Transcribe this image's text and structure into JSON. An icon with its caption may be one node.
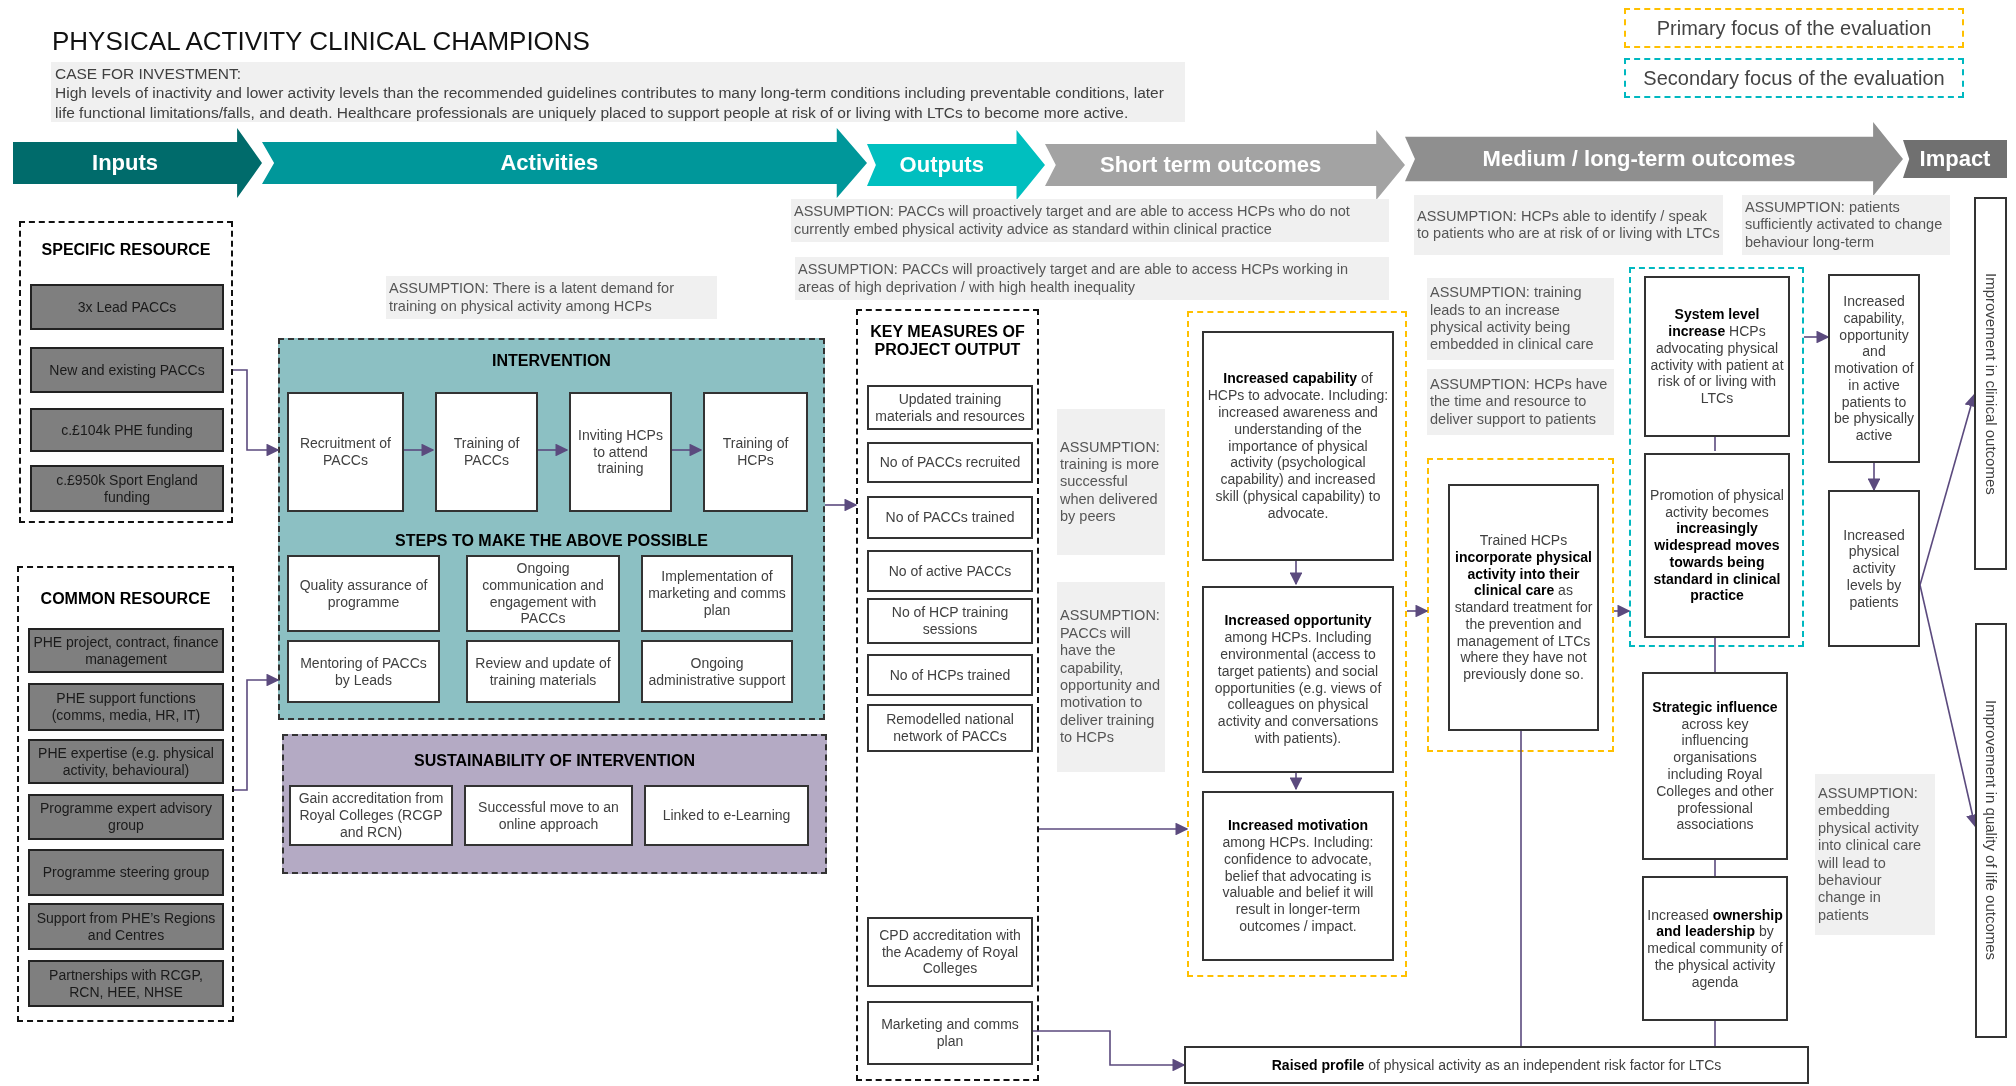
{
  "diagram": {
    "title": "PHYSICAL ACTIVITY CLINICAL CHAMPIONS",
    "nodes": [
      {
        "text": [
          "CASE FOR INVESTMENT:",
          "High levels of inactivity and lower activity levels than the recommended guidelines contributes to many long-term conditions including preventable conditions, later life functional limitations/falls, and death. Healthcare professionals are uniquely placed to support people at risk of or living with LTCs to become more active."
        ]
      },
      {
        "text": [
          "Inputs"
        ]
      },
      {
        "text": [
          "Activities"
        ]
      },
      {
        "text": [
          "Outputs"
        ]
      },
      {
        "text": [
          "Short term outcomes"
        ]
      },
      {
        "text": [
          "Medium / long-term outcomes"
        ]
      },
      {
        "text": [
          "Impact"
        ]
      },
      {
        "text": [
          "SPECIFIC RESOURCE"
        ]
      },
      {
        "text": [
          "3x Lead PACCs"
        ],
        "in": 7
      },
      {
        "text": [
          "New and existing PACCs"
        ],
        "in": 7
      },
      {
        "text": [
          "c.£104k PHE funding"
        ],
        "in": 7
      },
      {
        "text": [
          "c.£950k Sport England funding"
        ],
        "in": 7
      },
      {
        "text": [
          "COMMON RESOURCE"
        ]
      },
      {
        "text": [
          "PHE project, contract, finance management"
        ],
        "in": 12
      },
      {
        "text": [
          "PHE support functions (comms, media, HR, IT)"
        ],
        "in": 12
      },
      {
        "text": [
          "PHE expertise (e.g. physical activity, behavioural)"
        ],
        "in": 12
      },
      {
        "text": [
          "Programme expert advisory group"
        ],
        "in": 12
      },
      {
        "text": [
          "Programme steering group"
        ],
        "in": 12
      },
      {
        "text": [
          "Support from PHE’s Regions and Centres"
        ],
        "in": 12
      },
      {
        "text": [
          "Partnerships with RCGP, RCN, HEE, NHSE"
        ],
        "in": 12
      },
      {
        "text": [
          "ASSUMPTION: There is a latent demand for training on physical activity among HCPs"
        ]
      },
      {
        "text": [
          "INTERVENTION",
          "STEPS TO MAKE THE ABOVE POSSIBLE"
        ]
      },
      {
        "text": [
          "Recruitment of PACCs"
        ],
        "in": 21
      },
      {
        "text": [
          "Training of PACCs"
        ],
        "in": 21
      },
      {
        "text": [
          "Inviting HCPs to attend training"
        ],
        "in": 21
      },
      {
        "text": [
          "Training of HCPs"
        ],
        "in": 21
      },
      {
        "text": [
          "Quality assurance of programme"
        ],
        "in": 21
      },
      {
        "text": [
          "Ongoing communication and engagement with PACCs"
        ],
        "in": 21
      },
      {
        "text": [
          "Implementation of marketing and comms plan"
        ],
        "in": 21
      },
      {
        "text": [
          "Mentoring of PACCs by Leads"
        ],
        "in": 21
      },
      {
        "text": [
          "Review and update of training materials"
        ],
        "in": 21
      },
      {
        "text": [
          "Ongoing administrative support"
        ],
        "in": 21
      },
      {
        "text": [
          "SUSTAINABILITY OF INTERVENTION"
        ]
      },
      {
        "text": [
          "Gain accreditation from Royal Colleges (RCGP and RCN)"
        ],
        "in": 32
      },
      {
        "text": [
          "Successful move to an online approach"
        ],
        "in": 32
      },
      {
        "text": [
          "Linked to e-Learning"
        ],
        "in": 32
      },
      {
        "text": [
          "ASSUMPTION: PACCs will proactively target and are able to access HCPs who do not currently embed physical activity advice as standard within clinical practice"
        ]
      },
      {
        "text": [
          "ASSUMPTION: PACCs will proactively target and are able to access HCPs working in areas of high deprivation / with high health inequality"
        ]
      },
      {
        "text": [
          "KEY MEASURES OF PROJECT OUTPUT"
        ]
      },
      {
        "text": [
          "Updated training materials and resources"
        ],
        "in": 38
      },
      {
        "text": [
          "No of PACCs recruited"
        ],
        "in": 38
      },
      {
        "text": [
          "No of PACCs trained"
        ],
        "in": 38
      },
      {
        "text": [
          "No of active PACCs"
        ],
        "in": 38
      },
      {
        "text": [
          "No of HCP training sessions"
        ],
        "in": 38
      },
      {
        "text": [
          "No of HCPs trained"
        ],
        "in": 38
      },
      {
        "text": [
          "Remodelled national network of PACCs"
        ],
        "in": 38
      },
      {
        "text": [
          "CPD accreditation with the Academy of Royal Colleges"
        ],
        "in": 38
      },
      {
        "text": [
          "Marketing and comms plan"
        ],
        "in": 38
      },
      {
        "text": [
          "ASSUMPTION: training is more successful when delivered by peers"
        ]
      },
      {
        "text": [
          "ASSUMPTION: PACCs will have the capability, opportunity and motivation to deliver training to HCPs"
        ]
      },
      {
        "text": [],
        "shape": "box"
      },
      {
        "text": [
          "**Increased capability** of HCPs to advocate. Including: increased awareness and understanding of the importance of physical activity (psychological capability) and increased skill (physical capability) to advocate."
        ],
        "in": 50
      },
      {
        "text": [
          "**Increased opportunity** among HCPs. Including environmental (access to target patients) and social opportunities (e.g. views of colleagues on physical activity and conversations with patients)."
        ],
        "in": 50
      },
      {
        "text": [
          "**Increased motivation** among HCPs. Including: confidence to advocate, belief that advocating is valuable and belief it will result in longer-term outcomes / impact."
        ],
        "in": 50
      },
      {
        "text": [
          "ASSUMPTION: HCPs able to identify / speak to patients who are at risk of or living with LTCs"
        ]
      },
      {
        "text": [
          "ASSUMPTION: patients sufficiently activated to change behaviour long-term"
        ]
      },
      {
        "text": [
          "ASSUMPTION: training leads to an increase physical activity being embedded in clinical care"
        ]
      },
      {
        "text": [
          "ASSUMPTION: HCPs have the time and resource to deliver support to patients"
        ]
      },
      {
        "text": [],
        "shape": "box"
      },
      {
        "text": [
          "Trained HCPs **incorporate physical activity into their clinical care** as standard treatment for the prevention and management of LTCs where they have not previously done so."
        ],
        "in": 58
      },
      {
        "text": [],
        "shape": "box"
      },
      {
        "text": [
          "**System level increase** HCPs advocating physical activity with patient at risk of or living with LTCs"
        ],
        "in": 60
      },
      {
        "text": [
          "Promotion of physical activity becomes **increasingly widespread moves towards being standard in clinical practice**"
        ],
        "in": 60
      },
      {
        "text": [
          "**Strategic influence** across key influencing organisations including Royal Colleges and other professional associations"
        ]
      },
      {
        "text": [
          "Increased **ownership and leadership** by medical community of the physical activity agenda"
        ]
      },
      {
        "text": [
          "**Raised profile** of physical activity as an independent risk factor for LTCs"
        ]
      },
      {
        "text": [
          "Increased capability, opportunity and motivation of in active patients to be physically active"
        ]
      },
      {
        "text": [
          "Increased physical activity levels by patients"
        ]
      },
      {
        "text": [
          "ASSUMPTION: embedding physical activity into clinical care will lead to behaviour change in patients"
        ]
      },
      {
        "text": [
          "Improvement in clinical outcomes"
        ]
      },
      {
        "text": [
          "Improvement in quality of life outcomes"
        ]
      }
    ],
    "edges": [
      {
        "from": 7,
        "to": 21,
        "arrow": "to"
      },
      {
        "from": 12,
        "to": 21,
        "arrow": "to"
      },
      {
        "from": 22,
        "to": 23,
        "arrow": "to"
      },
      {
        "from": 23,
        "to": 24,
        "arrow": "to"
      },
      {
        "from": 24,
        "to": 25,
        "arrow": "to"
      },
      {
        "from": 21,
        "to": 38,
        "arrow": "to"
      },
      {
        "from": 38,
        "to": 50,
        "arrow": "to"
      },
      {
        "from": 47,
        "to": 65,
        "arrow": "to"
      },
      {
        "from": 51,
        "to": 52,
        "arrow": "to"
      },
      {
        "from": 52,
        "to": 53,
        "arrow": "to"
      },
      {
        "from": 50,
        "to": 58,
        "arrow": "to"
      },
      {
        "from": 58,
        "to": 60,
        "arrow": "to"
      },
      {
        "from": 59,
        "to": 65,
        "arrow": "none"
      },
      {
        "from": 61,
        "to": 62,
        "arrow": "none"
      },
      {
        "from": 62,
        "to": 63,
        "arrow": "none"
      },
      {
        "from": 63,
        "to": 64,
        "arrow": "none"
      },
      {
        "from": 64,
        "to": 65,
        "arrow": "none"
      },
      {
        "from": 60,
        "to": 66,
        "arrow": "to"
      },
      {
        "from": 66,
        "to": 67,
        "arrow": "to"
      },
      {
        "from": 67,
        "to": 69,
        "arrow": "to"
      },
      {
        "from": 67,
        "to": 70,
        "arrow": "to"
      }
    ],
    "legend": [
      {
        "text": "Primary focus of the evaluation"
      },
      {
        "text": "Secondary focus of the evaluation"
      }
    ]
  }
}
